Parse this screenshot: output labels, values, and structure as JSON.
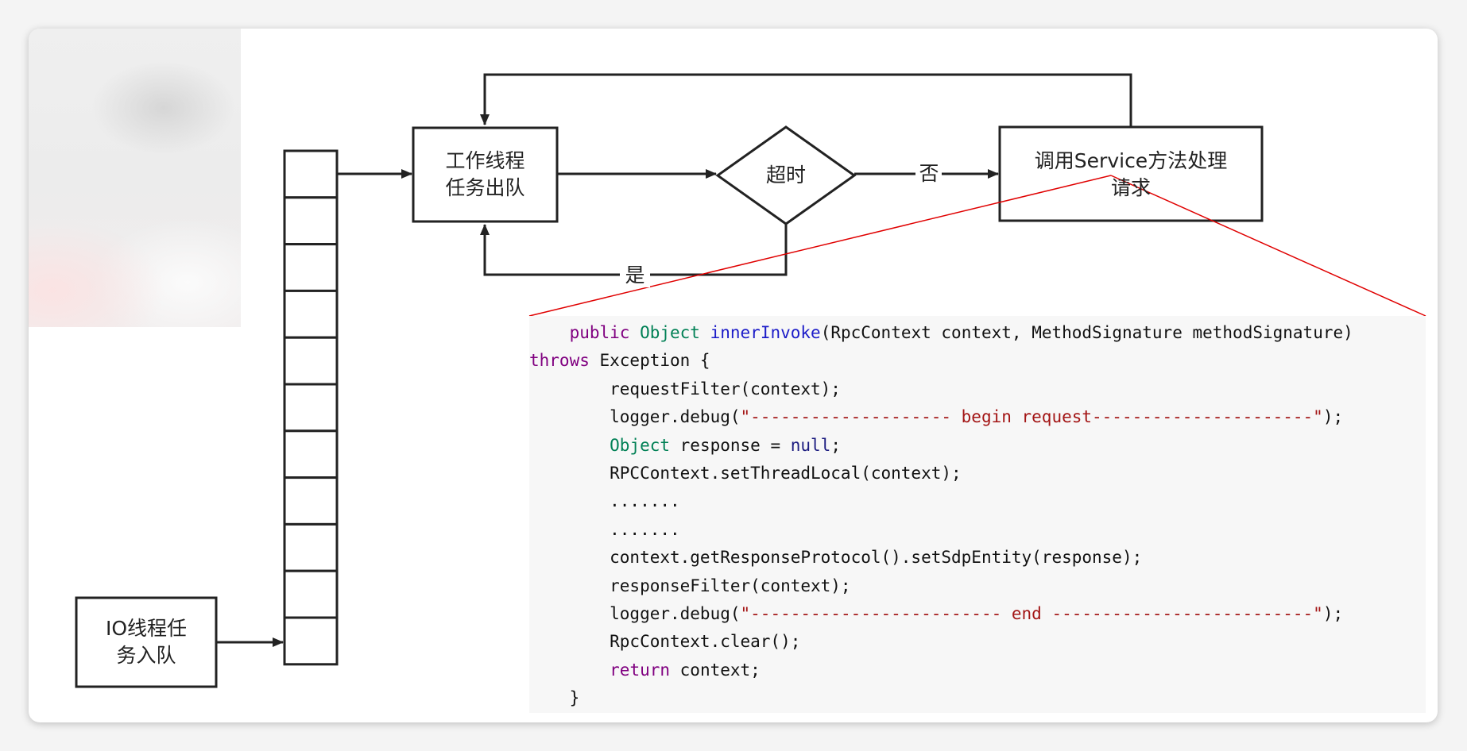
{
  "diagram": {
    "nodes": {
      "io_enqueue": "IO线程任\n务入队",
      "worker_dequeue": "工作线程\n任务出队",
      "timeout": "超时",
      "invoke_service": "调用Service方法处理\n请求"
    },
    "edges": {
      "yes": "是",
      "no": "否"
    },
    "queue_slots": 11
  },
  "code": {
    "lines": [
      [
        {
          "t": "    "
        },
        {
          "t": "public",
          "c": "kw"
        },
        {
          "t": " "
        },
        {
          "t": "Object",
          "c": "ty"
        },
        {
          "t": " "
        },
        {
          "t": "innerInvoke",
          "c": "fn"
        },
        {
          "t": "(RpcContext context, MethodSignature methodSignature)"
        }
      ],
      [
        {
          "t": "throws",
          "c": "kw"
        },
        {
          "t": " Exception {"
        }
      ],
      [
        {
          "t": "        requestFilter(context);"
        }
      ],
      [
        {
          "t": "        logger.debug("
        },
        {
          "t": "\"-------------------- begin request----------------------\"",
          "c": "st"
        },
        {
          "t": ");"
        }
      ],
      [
        {
          "t": "        "
        },
        {
          "t": "Object",
          "c": "ty"
        },
        {
          "t": " response = "
        },
        {
          "t": "null",
          "c": "nu"
        },
        {
          "t": ";"
        }
      ],
      [
        {
          "t": "        RPCContext.setThreadLocal(context);"
        }
      ],
      [
        {
          "t": "        ......."
        }
      ],
      [
        {
          "t": "        ......."
        }
      ],
      [
        {
          "t": "        context.getResponseProtocol().setSdpEntity(response);"
        }
      ],
      [
        {
          "t": "        responseFilter(context);"
        }
      ],
      [
        {
          "t": "        logger.debug("
        },
        {
          "t": "\"------------------------- end --------------------------\"",
          "c": "st"
        },
        {
          "t": ");"
        }
      ],
      [
        {
          "t": "        RpcContext.clear();"
        }
      ],
      [
        {
          "t": "        "
        },
        {
          "t": "return",
          "c": "kw"
        },
        {
          "t": " context;"
        }
      ],
      [
        {
          "t": "    }"
        }
      ]
    ]
  },
  "colors": {
    "keyword": "#800080",
    "type": "#008055",
    "method": "#1c1cc8",
    "string": "#a31515",
    "literal": "#1c1c80",
    "callout_line": "#e00000",
    "diagram_stroke": "#222222"
  }
}
